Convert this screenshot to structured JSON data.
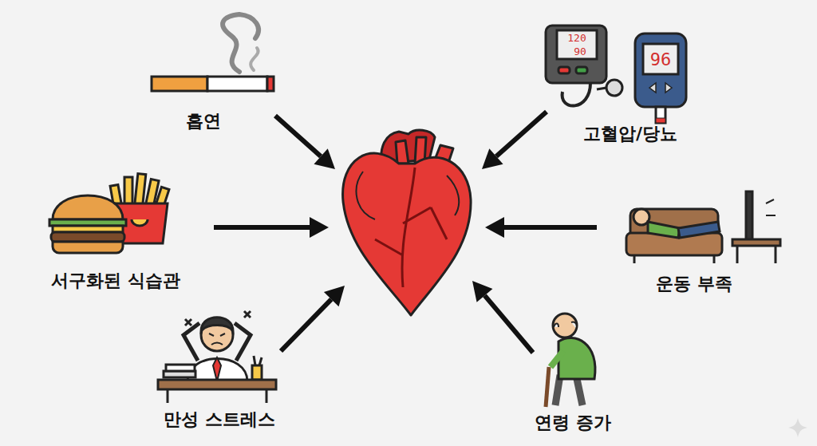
{
  "diagram": {
    "labels": [
      "흡연",
      "120",
      "90",
      "96",
      "고혈압/당뇨",
      "서구화된 식습관",
      "운동 부족",
      "만성 스트레스",
      "연령 증가"
    ]
  }
}
